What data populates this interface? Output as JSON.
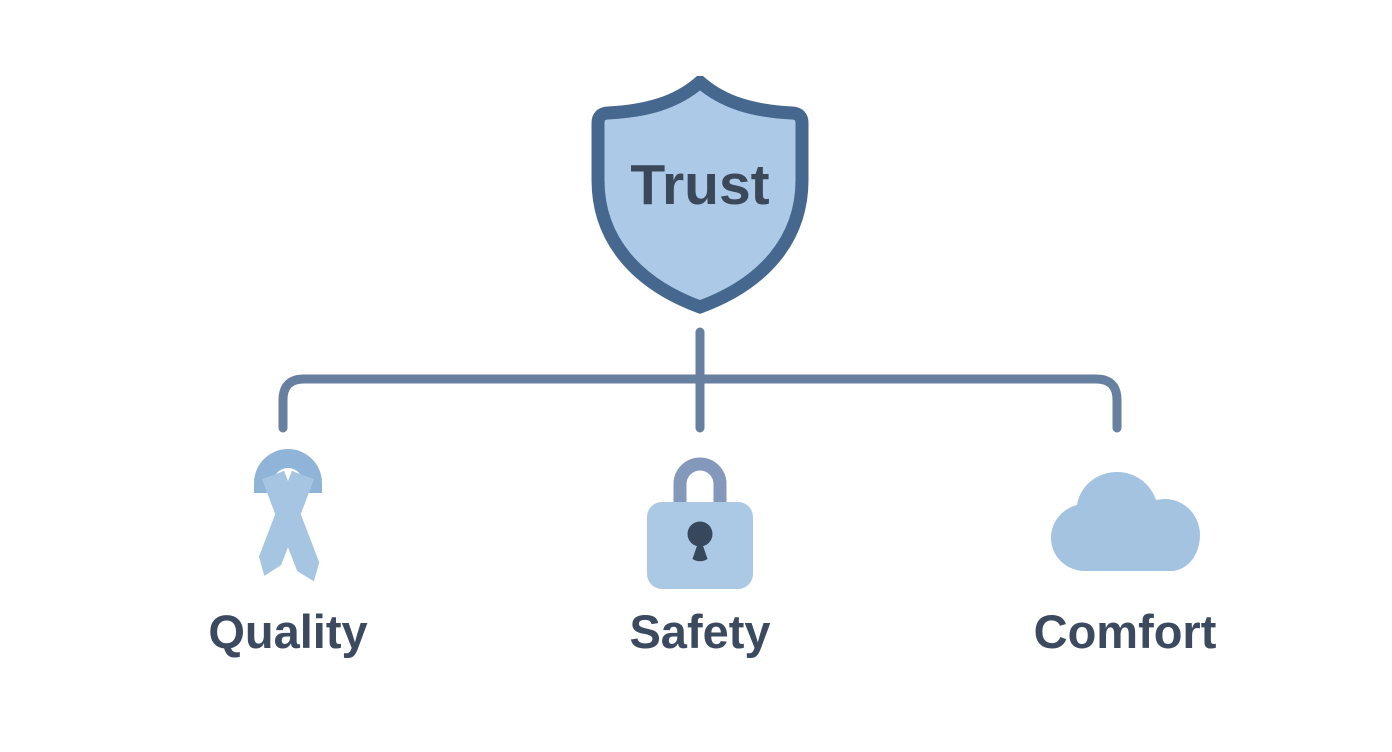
{
  "diagram": {
    "type": "tree",
    "root": {
      "label": "Trust",
      "icon": "shield-icon"
    },
    "children": [
      {
        "label": "Quality",
        "icon": "ribbon-icon"
      },
      {
        "label": "Safety",
        "icon": "lock-icon"
      },
      {
        "label": "Comfort",
        "icon": "cloud-icon"
      }
    ],
    "colors": {
      "background": "#ffffff",
      "shield_fill": "#accae7",
      "shield_border": "#46688f",
      "icon_fill": "#a6c5e3",
      "icon_shade": "#8fb4d8",
      "lock_body": "#abc9e4",
      "lock_shackle": "#8398ba",
      "keyhole": "#37475c",
      "cloud_fill": "#a3c3e1",
      "connector": "#6880a0",
      "label_text": "#3b4a5e",
      "root_text": "#3a4859"
    }
  }
}
